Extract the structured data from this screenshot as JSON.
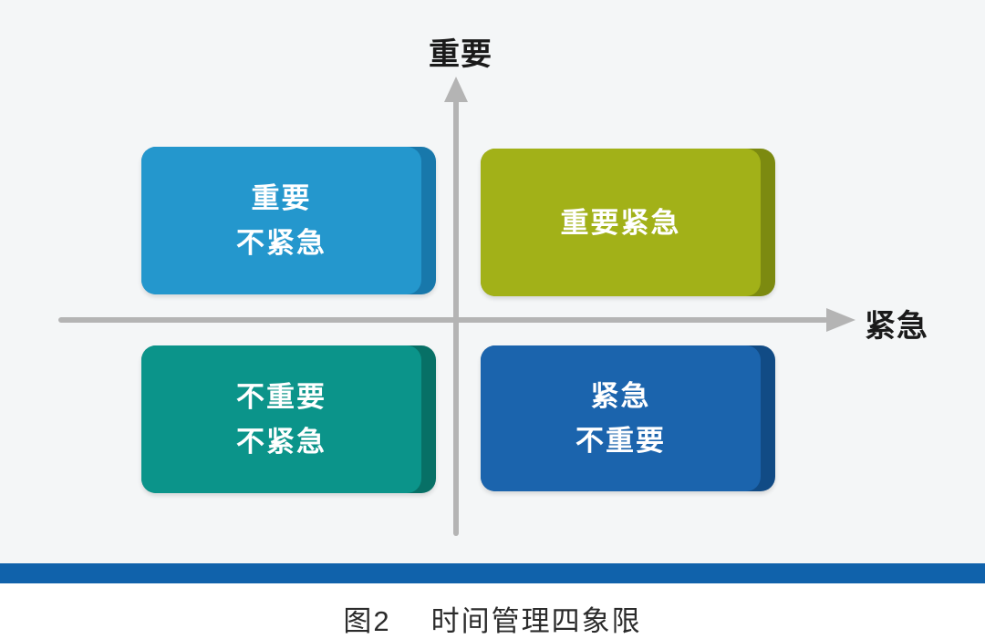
{
  "diagram": {
    "title_caption": {
      "prefix": "图2",
      "text": "时间管理四象限"
    },
    "axes": {
      "y_label": "重要",
      "x_label": "紧急",
      "axis_color": "#b4b4b4"
    },
    "quadrants": {
      "top_left": {
        "line1": "重要",
        "line2": "不紧急",
        "face_color": "#2497cd",
        "edge_color": "#1878ab"
      },
      "top_right": {
        "line1": "重要紧急",
        "line2": "",
        "face_color": "#a2b118",
        "edge_color": "#7c8a10"
      },
      "bottom_left": {
        "line1": "不重要",
        "line2": "不紧急",
        "face_color": "#0b948a",
        "edge_color": "#077066"
      },
      "bottom_right": {
        "line1": "紧急",
        "line2": "不重要",
        "face_color": "#1b64ad",
        "edge_color": "#114b85"
      }
    },
    "divider_bar_color": "#1062ab",
    "background_color": "#f4f6f7"
  }
}
